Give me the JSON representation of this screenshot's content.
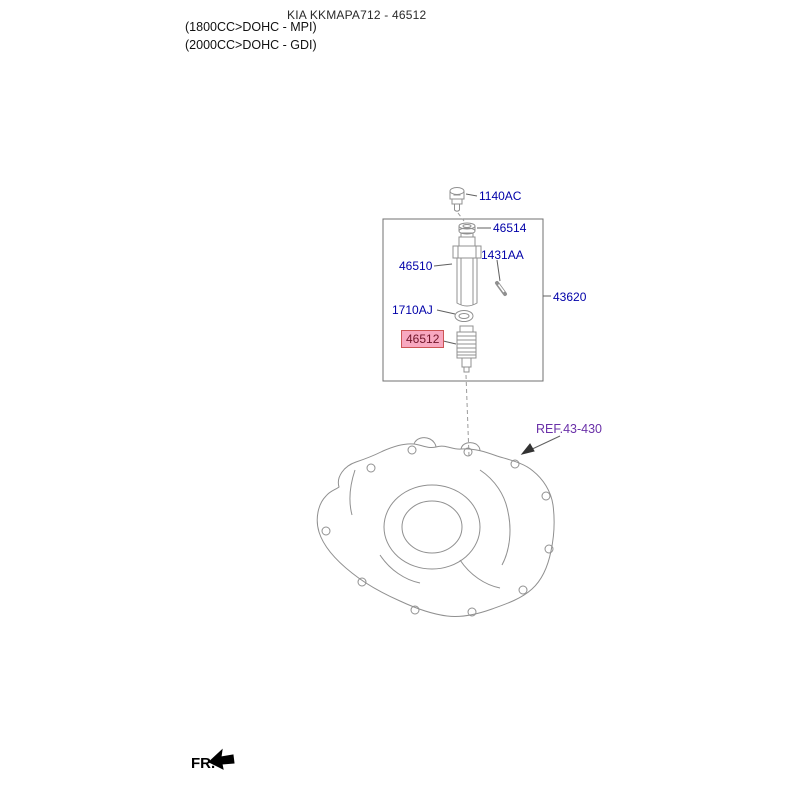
{
  "header": {
    "title": "KIA KKMAPA712 - 46512",
    "engine_spec_1": "(1800CC>DOHC - MPI)",
    "engine_spec_2": "(2000CC>DOHC - GDI)"
  },
  "part_labels": {
    "p1140AC": "1140AC",
    "p46514": "46514",
    "p1431AA": "1431AA",
    "p46510": "46510",
    "p43620": "43620",
    "p1710AJ": "1710AJ",
    "p46512": "46512",
    "ref_43_430": "REF.43-430"
  },
  "footer": {
    "fr_label": "FR."
  },
  "icons": {
    "fr_arrow": "fr-direction-arrow-icon"
  },
  "colors": {
    "part_label": "#0000a8",
    "highlight_background": "#f8a8c0",
    "highlight_border": "#cc5555",
    "highlight_text": "#70152a",
    "ref_link": "#6a30a8",
    "artwork_line": "#909090"
  }
}
